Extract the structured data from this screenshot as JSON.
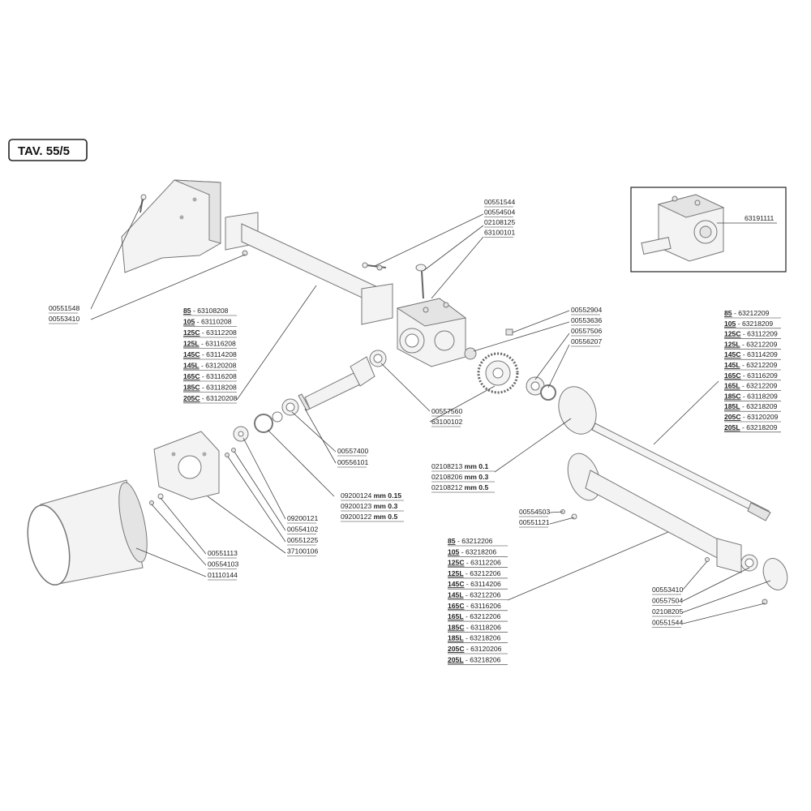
{
  "title": "TAV. 55/5",
  "inset": {
    "part": "63191111"
  },
  "top_refs": [
    "00551544",
    "00554504",
    "02108125",
    "63100101"
  ],
  "left_plate_refs": [
    "00551548",
    "00553410"
  ],
  "left_tube_table": [
    {
      "model": "85",
      "code": "63108208"
    },
    {
      "model": "105",
      "code": "63110208"
    },
    {
      "model": "125C",
      "code": "63112208"
    },
    {
      "model": "125L",
      "code": "63116208"
    },
    {
      "model": "145C",
      "code": "63114208"
    },
    {
      "model": "145L",
      "code": "63120208"
    },
    {
      "model": "165C",
      "code": "63116208"
    },
    {
      "model": "185C",
      "code": "63118208"
    },
    {
      "model": "205C",
      "code": "63120208"
    }
  ],
  "gear_refs": [
    "00552904",
    "00553636",
    "00557506",
    "00556207"
  ],
  "right_shaft_table": [
    {
      "model": "85",
      "code": "63212209"
    },
    {
      "model": "105",
      "code": "63218209"
    },
    {
      "model": "125C",
      "code": "63112209"
    },
    {
      "model": "125L",
      "code": "63212209"
    },
    {
      "model": "145C",
      "code": "63114209"
    },
    {
      "model": "145L",
      "code": "63212209"
    },
    {
      "model": "165C",
      "code": "63116209"
    },
    {
      "model": "165L",
      "code": "63212209"
    },
    {
      "model": "185C",
      "code": "63118209"
    },
    {
      "model": "185L",
      "code": "63218209"
    },
    {
      "model": "205C",
      "code": "63120209"
    },
    {
      "model": "205L",
      "code": "63218209"
    }
  ],
  "bearing_refs": [
    "00557560",
    "63100102"
  ],
  "pinion_refs": [
    "00557400",
    "00556101"
  ],
  "shims_pinion": [
    {
      "code": "09200124",
      "size": "mm 0.15"
    },
    {
      "code": "09200123",
      "size": "mm 0.3"
    },
    {
      "code": "09200122",
      "size": "mm 0.5"
    }
  ],
  "shims_cover": [
    {
      "code": "02108213",
      "size": "mm 0.1"
    },
    {
      "code": "02108206",
      "size": "mm 0.3"
    },
    {
      "code": "02108212",
      "size": "mm 0.5"
    }
  ],
  "plate_refs": [
    "09200121",
    "00554102",
    "00551225",
    "37100106"
  ],
  "drum_refs": [
    "00551113",
    "00554103",
    "01110144"
  ],
  "screw_refs": [
    "00554503",
    "00551121"
  ],
  "right_tube_table": [
    {
      "model": "85",
      "code": "63212206"
    },
    {
      "model": "105",
      "code": "63218206"
    },
    {
      "model": "125C",
      "code": "63112206"
    },
    {
      "model": "125L",
      "code": "63212206"
    },
    {
      "model": "145C",
      "code": "63114206"
    },
    {
      "model": "145L",
      "code": "63212206"
    },
    {
      "model": "165C",
      "code": "63116206"
    },
    {
      "model": "165L",
      "code": "63212206"
    },
    {
      "model": "185C",
      "code": "63118206"
    },
    {
      "model": "185L",
      "code": "63218206"
    },
    {
      "model": "205C",
      "code": "63120206"
    },
    {
      "model": "205L",
      "code": "63218206"
    }
  ],
  "end_refs": [
    "00553410",
    "00557504",
    "02108205",
    "00551544"
  ],
  "colors": {
    "line": "#444444",
    "part_fill": "#f3f3f3",
    "text": "#222222"
  }
}
